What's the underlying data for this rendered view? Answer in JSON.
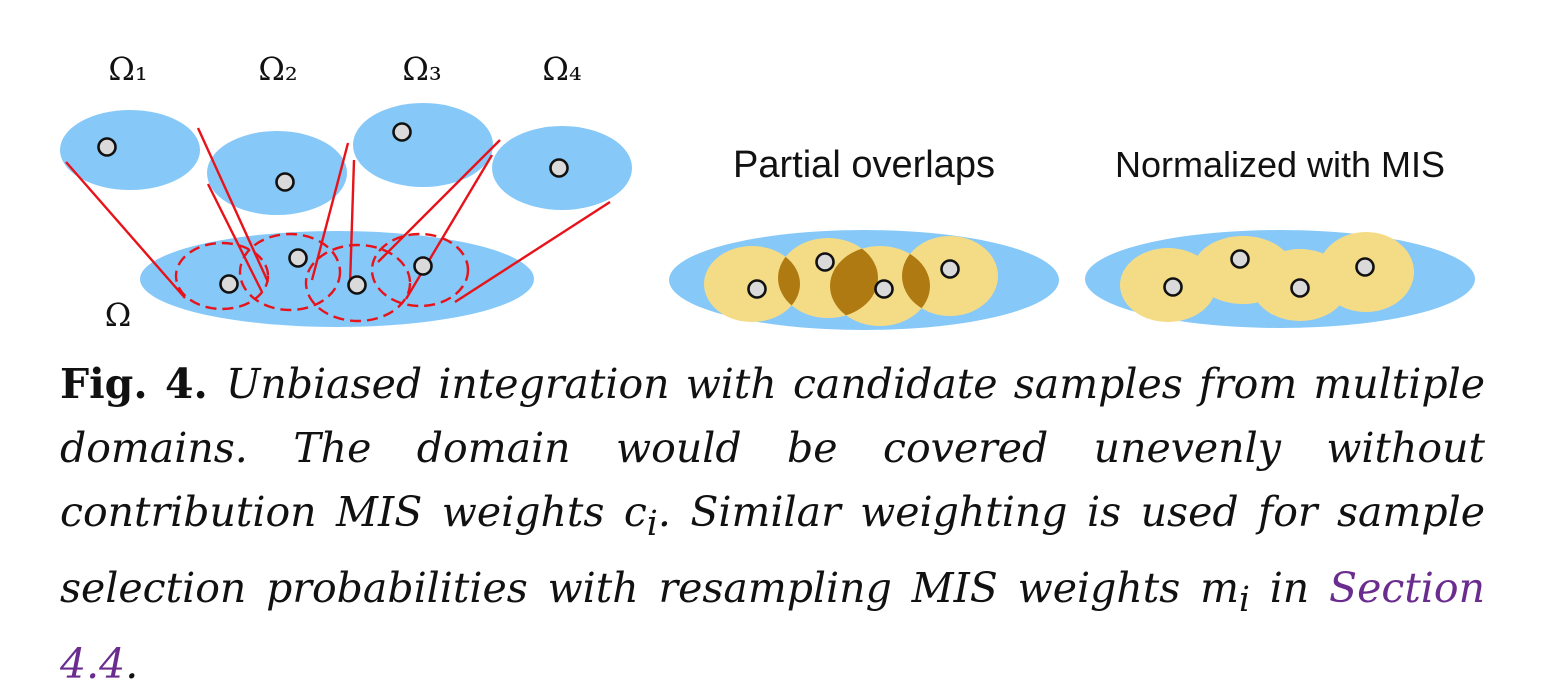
{
  "figure": {
    "subdomain_labels": [
      "Ω₁",
      "Ω₂",
      "Ω₃",
      "Ω₄"
    ],
    "domain_label": "Ω",
    "panel_titles": {
      "partial_overlaps": "Partial overlaps",
      "normalized": "Normalized with MIS"
    },
    "colors": {
      "domain_blue": "#86c8f8",
      "line_red": "#e8131a",
      "overlap_yellow": "#f4dc86",
      "overlap_dark": "#b07a12",
      "sample_fill": "#dadada"
    }
  },
  "caption": {
    "fig_label": "Fig. 4.",
    "text_before": "Unbiased integration with candidate samples from multiple domains. The domain would be covered unevenly without contribution MIS weights c",
    "sub_c": "i",
    "text_middle": ". Similar weighting is used for sample selection probabilities with resampling MIS weights m",
    "sub_m": "i",
    "text_in": " in ",
    "link_text": "Section 4.4",
    "text_end": "."
  }
}
